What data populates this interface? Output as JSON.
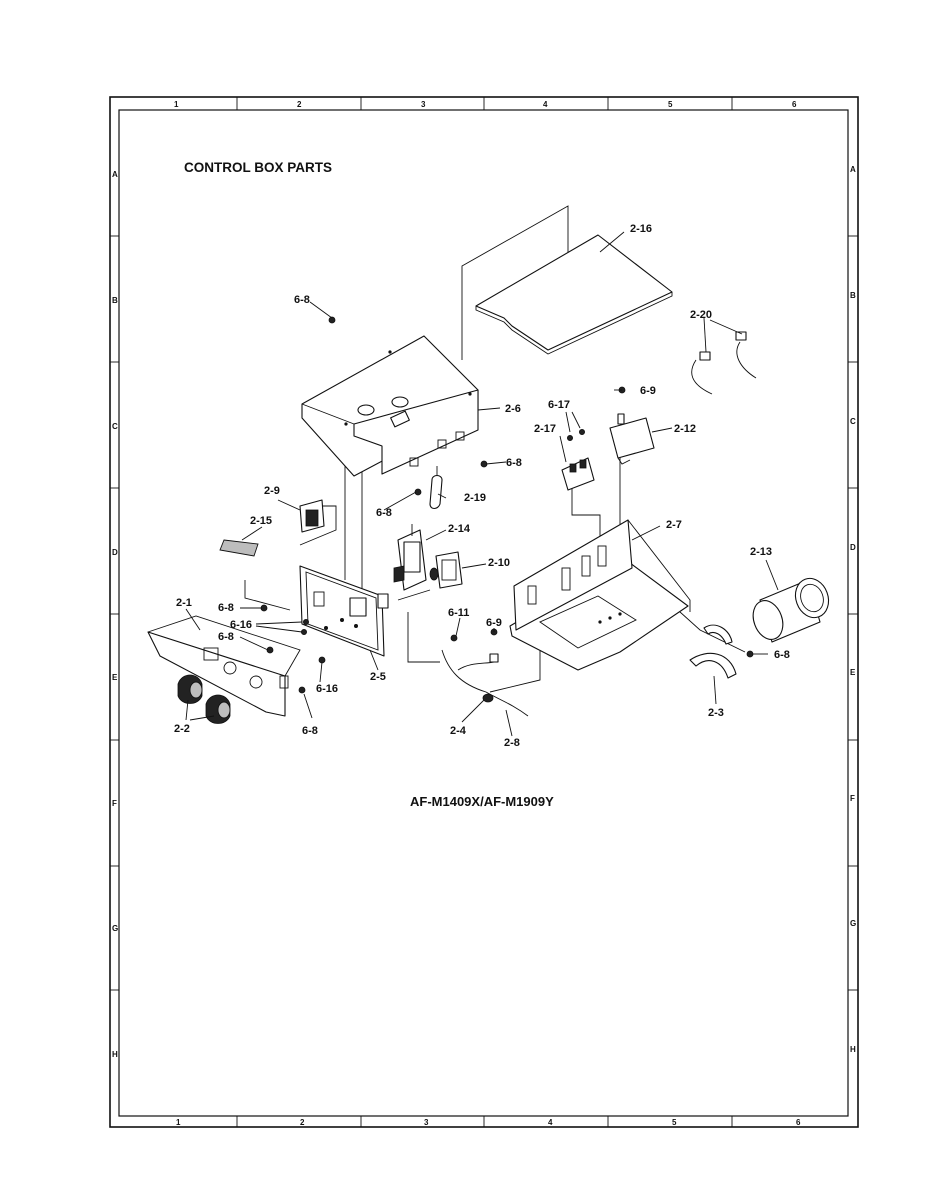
{
  "sheet": {
    "title": "CONTROL BOX PARTS",
    "model": "AF-M1409X/AF-M1909Y",
    "zone_columns": [
      "1",
      "2",
      "3",
      "4",
      "5",
      "6"
    ],
    "zone_rows": [
      "A",
      "B",
      "C",
      "D",
      "E",
      "F",
      "G",
      "H"
    ]
  },
  "callouts": {
    "c_2_1": "2-1",
    "c_2_2": "2-2",
    "c_2_3": "2-3",
    "c_2_4": "2-4",
    "c_2_5": "2-5",
    "c_2_6": "2-6",
    "c_2_7": "2-7",
    "c_2_8": "2-8",
    "c_2_9": "2-9",
    "c_2_10": "2-10",
    "c_2_12": "2-12",
    "c_2_13": "2-13",
    "c_2_14": "2-14",
    "c_2_15": "2-15",
    "c_2_16": "2-16",
    "c_2_17": "2-17",
    "c_2_19": "2-19",
    "c_2_20": "2-20",
    "c_6_8": "6-8",
    "c_6_9": "6-9",
    "c_6_11": "6-11",
    "c_6_16": "6-16",
    "c_6_17": "6-17"
  }
}
